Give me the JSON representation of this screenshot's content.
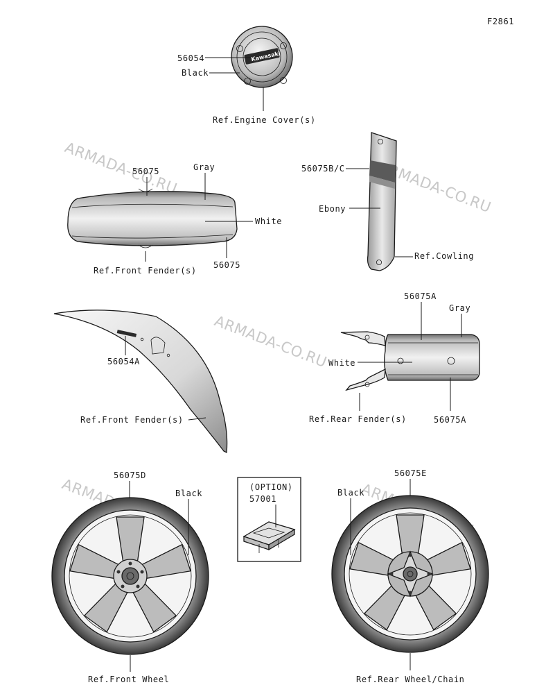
{
  "figure_code": "F2861",
  "watermark": "ARMADA-CO.RU",
  "engine_cover": {
    "part_number": "56054",
    "color": "Black",
    "brand": "Kawasaki",
    "ref": "Ref.Engine Cover(s)"
  },
  "front_fender_top": {
    "part_number_top": "56075",
    "part_number_bottom": "56075",
    "color_top": "Gray",
    "color_body": "White",
    "ref": "Ref.Front Fender(s)"
  },
  "cowling": {
    "part_number": "56075B/C",
    "color": "Ebony",
    "ref": "Ref.Cowling"
  },
  "front_fender_side": {
    "part_number": "56054A",
    "ref": "Ref.Front Fender(s)"
  },
  "rear_fender": {
    "part_number_top": "56075A",
    "part_number_bottom": "56075A",
    "color_top": "Gray",
    "color_body": "White",
    "ref": "Ref.Rear Fender(s)"
  },
  "front_wheel": {
    "part_number": "56075D",
    "color": "Black",
    "ref": "Ref.Front Wheel"
  },
  "option_box": {
    "title": "(OPTION)",
    "part_number": "57001"
  },
  "rear_wheel": {
    "part_number": "56075E",
    "color": "Black",
    "ref": "Ref.Rear Wheel/Chain"
  }
}
